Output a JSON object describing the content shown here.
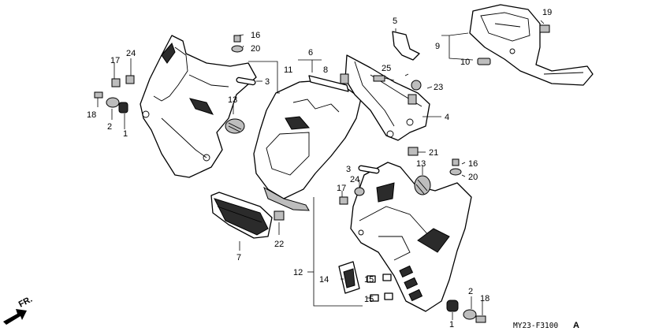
{
  "diagram": {
    "callouts": [
      "1",
      "2",
      "3",
      "4",
      "5",
      "6",
      "7",
      "8",
      "9",
      "10",
      "11",
      "12",
      "13",
      "14",
      "15",
      "16",
      "17",
      "18",
      "19",
      "20",
      "21",
      "22",
      "23",
      "24",
      "25"
    ],
    "direction_label": "FR.",
    "part_code": "MY23-F3100",
    "revision_mark": "A"
  }
}
